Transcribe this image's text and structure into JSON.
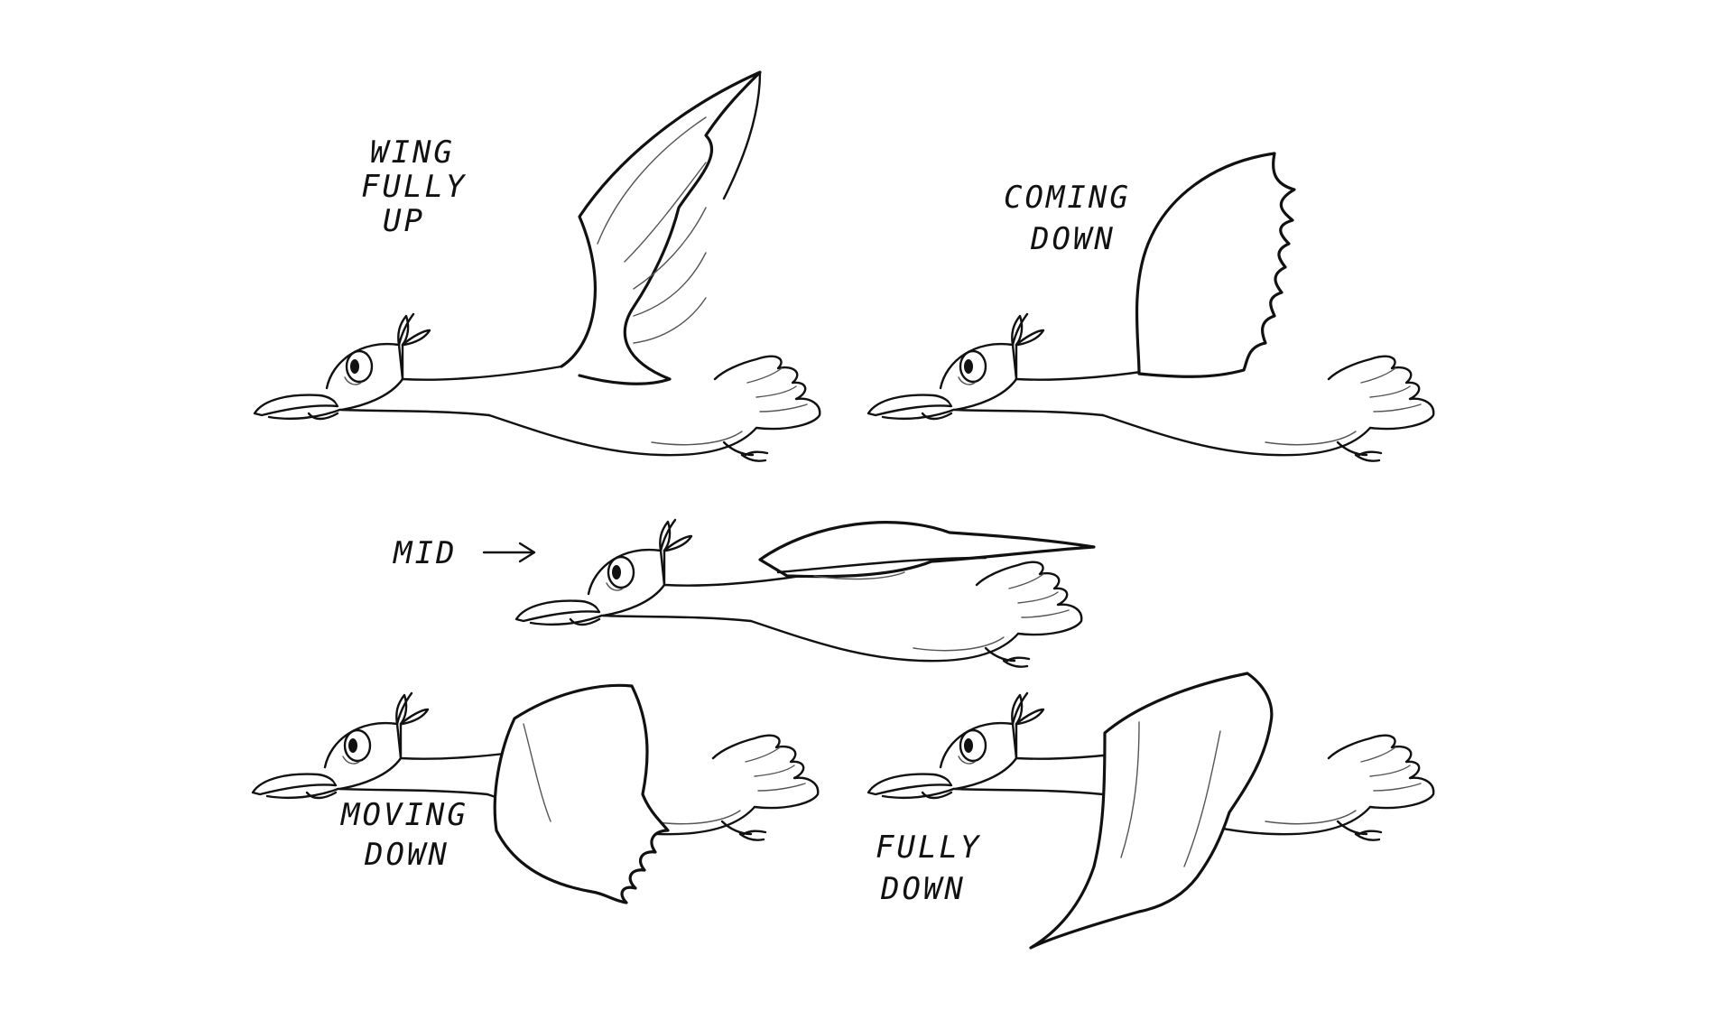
{
  "labels": {
    "wing_fully_up": [
      "WING",
      "FULLY",
      "UP"
    ],
    "coming_down": [
      "COMING",
      "DOWN"
    ],
    "mid": "MID",
    "moving_down": [
      "MOVING",
      "DOWN"
    ],
    "fully_down": [
      "FULLY",
      "DOWN"
    ]
  },
  "colors": {
    "background": "#ffffff",
    "ink": "#111111"
  }
}
